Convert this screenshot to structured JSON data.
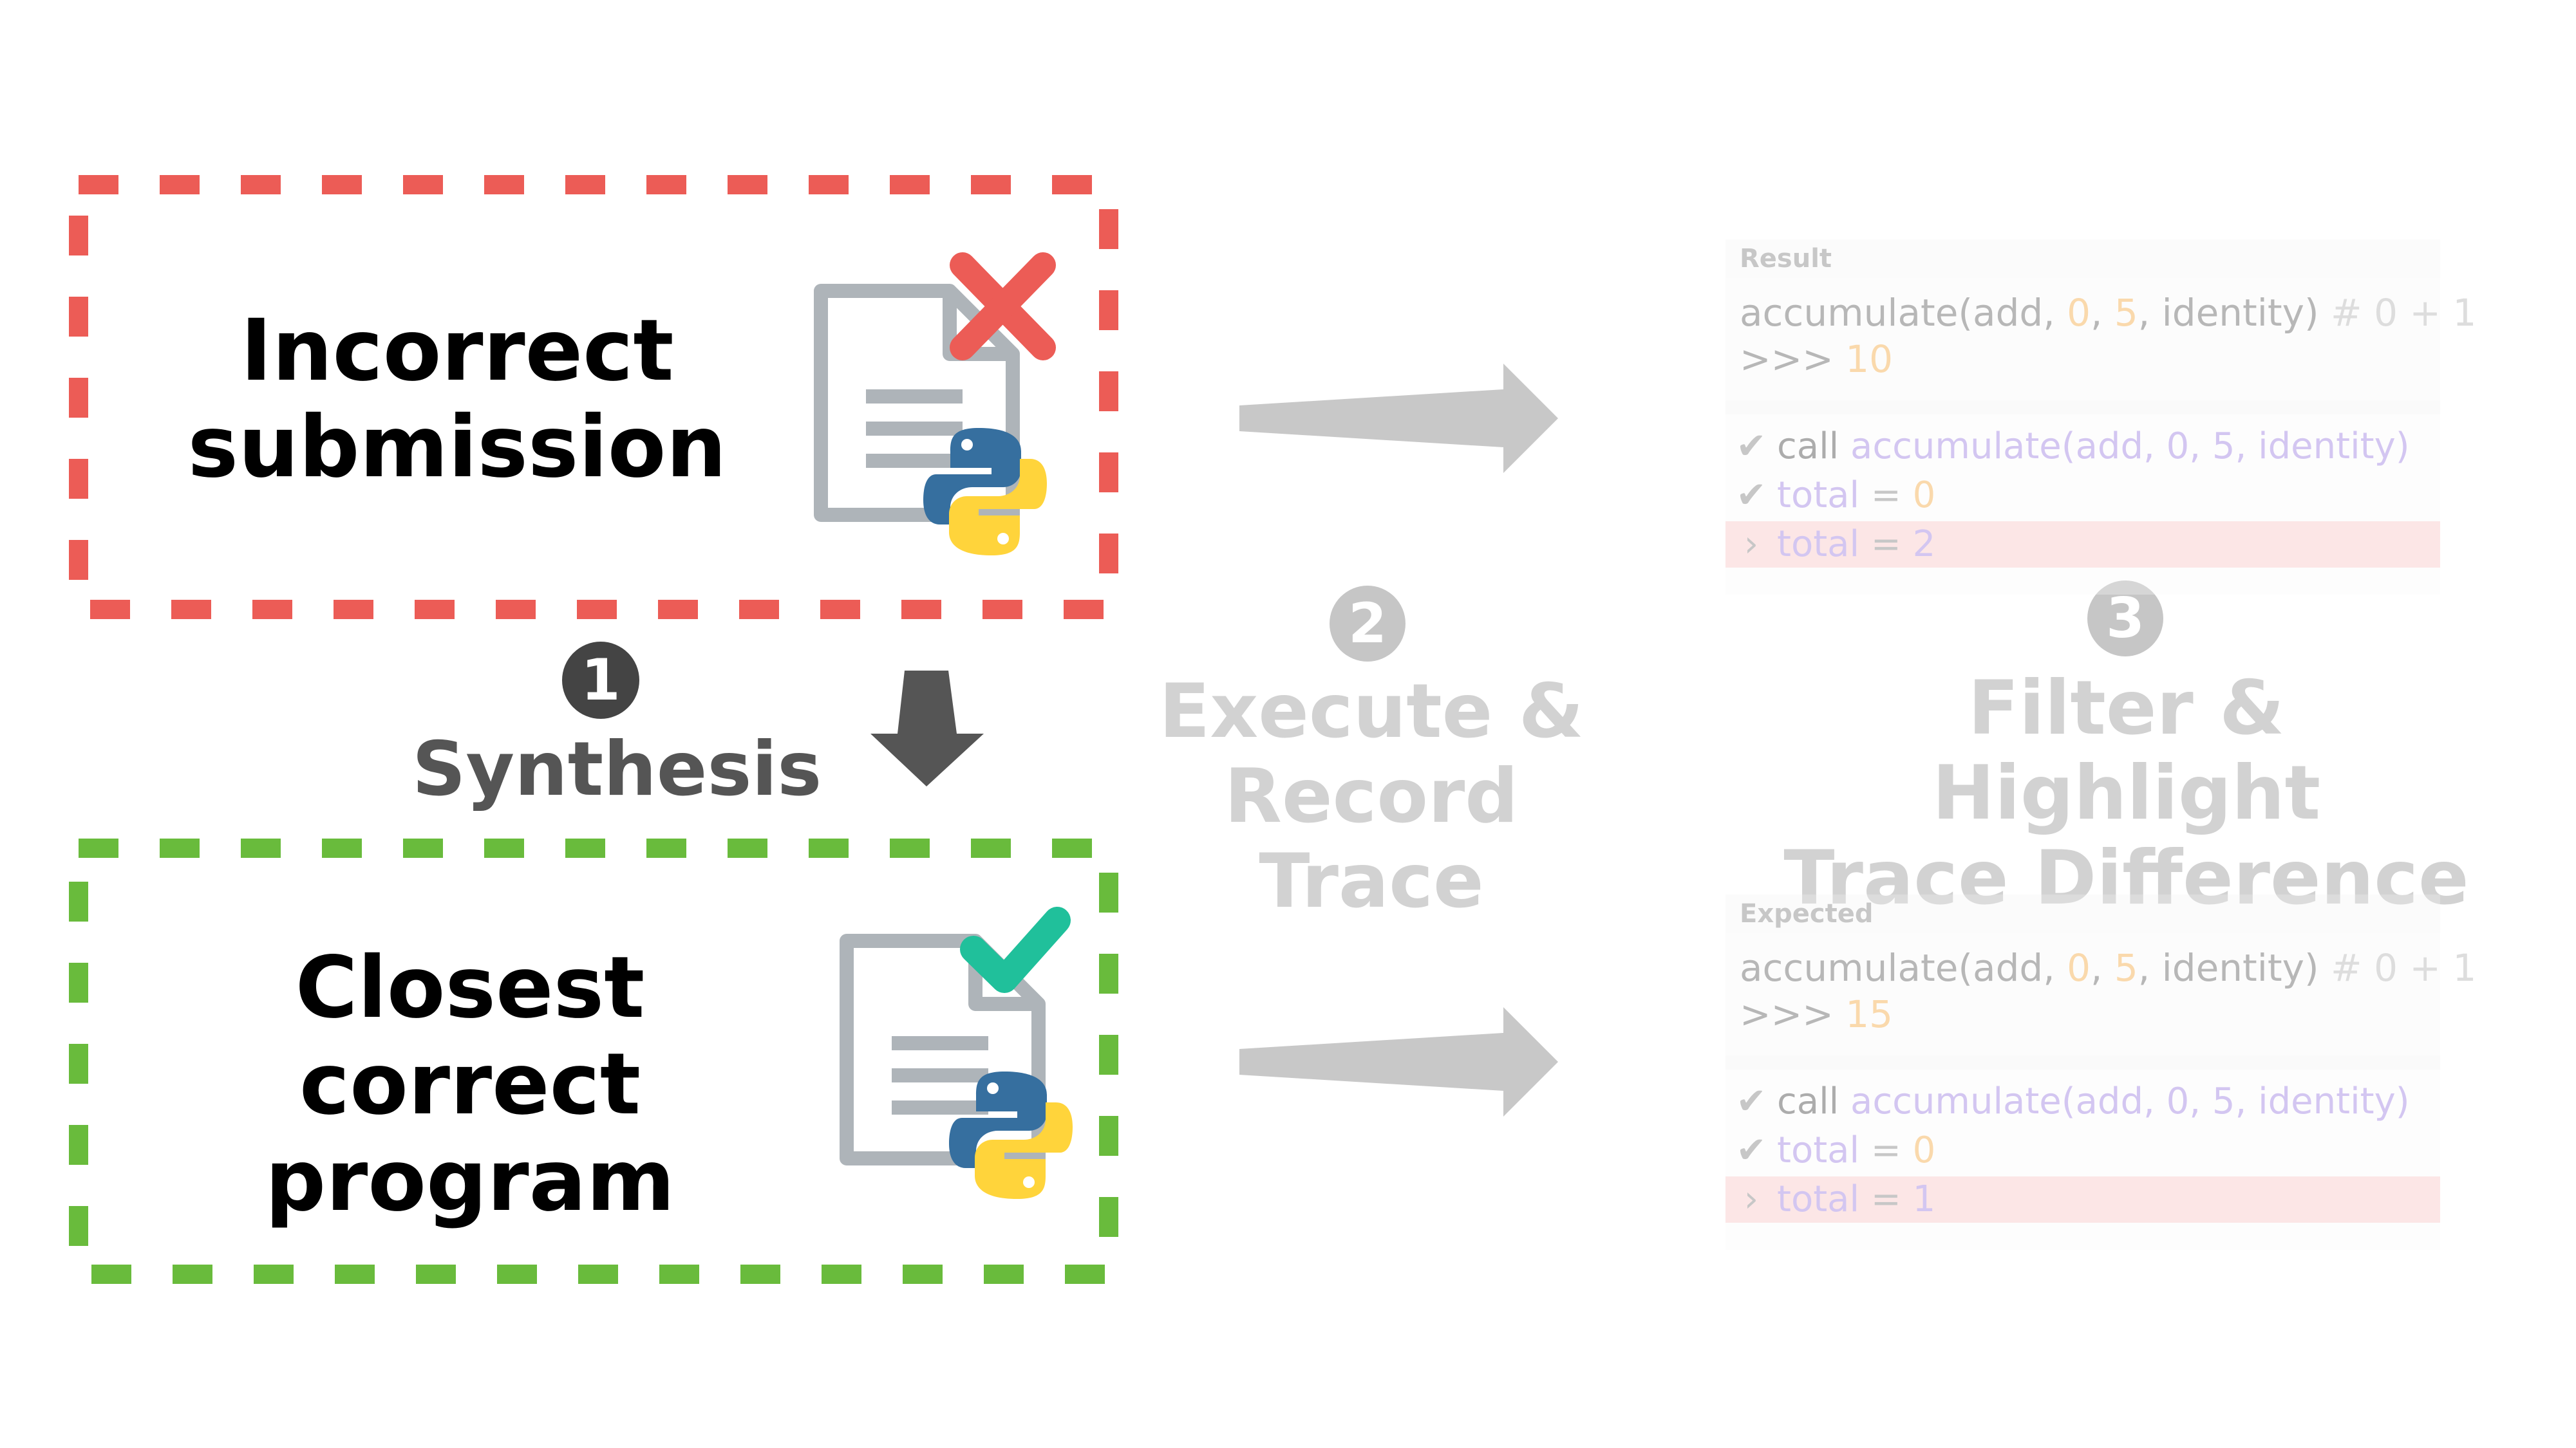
{
  "boxes": {
    "incorrect": {
      "line1": "Incorrect",
      "line2": "submission",
      "border_color": "#ec5c56"
    },
    "correct": {
      "line1": "Closest correct",
      "line2": "program",
      "border_color": "#69bb3c"
    }
  },
  "steps": {
    "one": {
      "number": "1",
      "label": "Synthesis"
    },
    "two": {
      "number": "2",
      "line1": "Execute &",
      "line2": "Record Trace"
    },
    "three": {
      "number": "3",
      "line1": "Filter & Highlight",
      "line2": "Trace Difference"
    }
  },
  "icons": {
    "incorrect_doc": "python-file-icon",
    "incorrect_mark": "cross-icon",
    "correct_doc": "python-file-icon",
    "correct_mark": "checkmark-icon"
  },
  "colors": {
    "red": "#ec5c56",
    "green": "#69bb3c",
    "teal": "#20c09b",
    "arrow_gray": "#c8c8c8",
    "dark_arrow": "#555555",
    "python_blue": "#366f9f",
    "python_yellow": "#ffd43b"
  },
  "result_panel": {
    "header": "Result",
    "code": {
      "fn": "accumulate(add, ",
      "a": "0",
      "sep1": ", ",
      "b": "5",
      "rest": ", identity) ",
      "comment": "# 0 + 1",
      "prompt": ">>> ",
      "output": "10"
    },
    "traces": [
      {
        "mark": "✔",
        "name": "call",
        "value": " accumulate(add, 0, 5, identity)"
      },
      {
        "mark": "✔",
        "name": "total",
        "eq": " = ",
        "value": "0"
      },
      {
        "mark": "›",
        "name": "total",
        "eq": " = ",
        "value": "2"
      }
    ]
  },
  "expected_panel": {
    "header": "Expected",
    "code": {
      "fn": "accumulate(add, ",
      "a": "0",
      "sep1": ", ",
      "b": "5",
      "rest": ", identity) ",
      "comment": "# 0 + 1",
      "prompt": ">>> ",
      "output": "15"
    },
    "traces": [
      {
        "mark": "✔",
        "name": "call",
        "value": " accumulate(add, 0, 5, identity)"
      },
      {
        "mark": "✔",
        "name": "total",
        "eq": " = ",
        "value": "0"
      },
      {
        "mark": "›",
        "name": "total",
        "eq": " = ",
        "value": "1"
      }
    ]
  }
}
